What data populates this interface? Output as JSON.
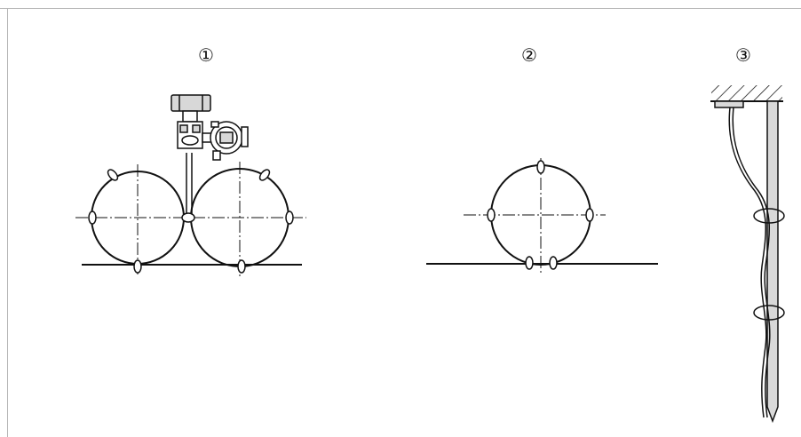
{
  "figure": {
    "labels": [
      "①",
      "②",
      "③"
    ]
  },
  "colors": {
    "stroke": "#111111",
    "frame": "#b5b5b5",
    "pipe_fill": "#d9d9d9",
    "device_fill": "#d8d8d8"
  }
}
